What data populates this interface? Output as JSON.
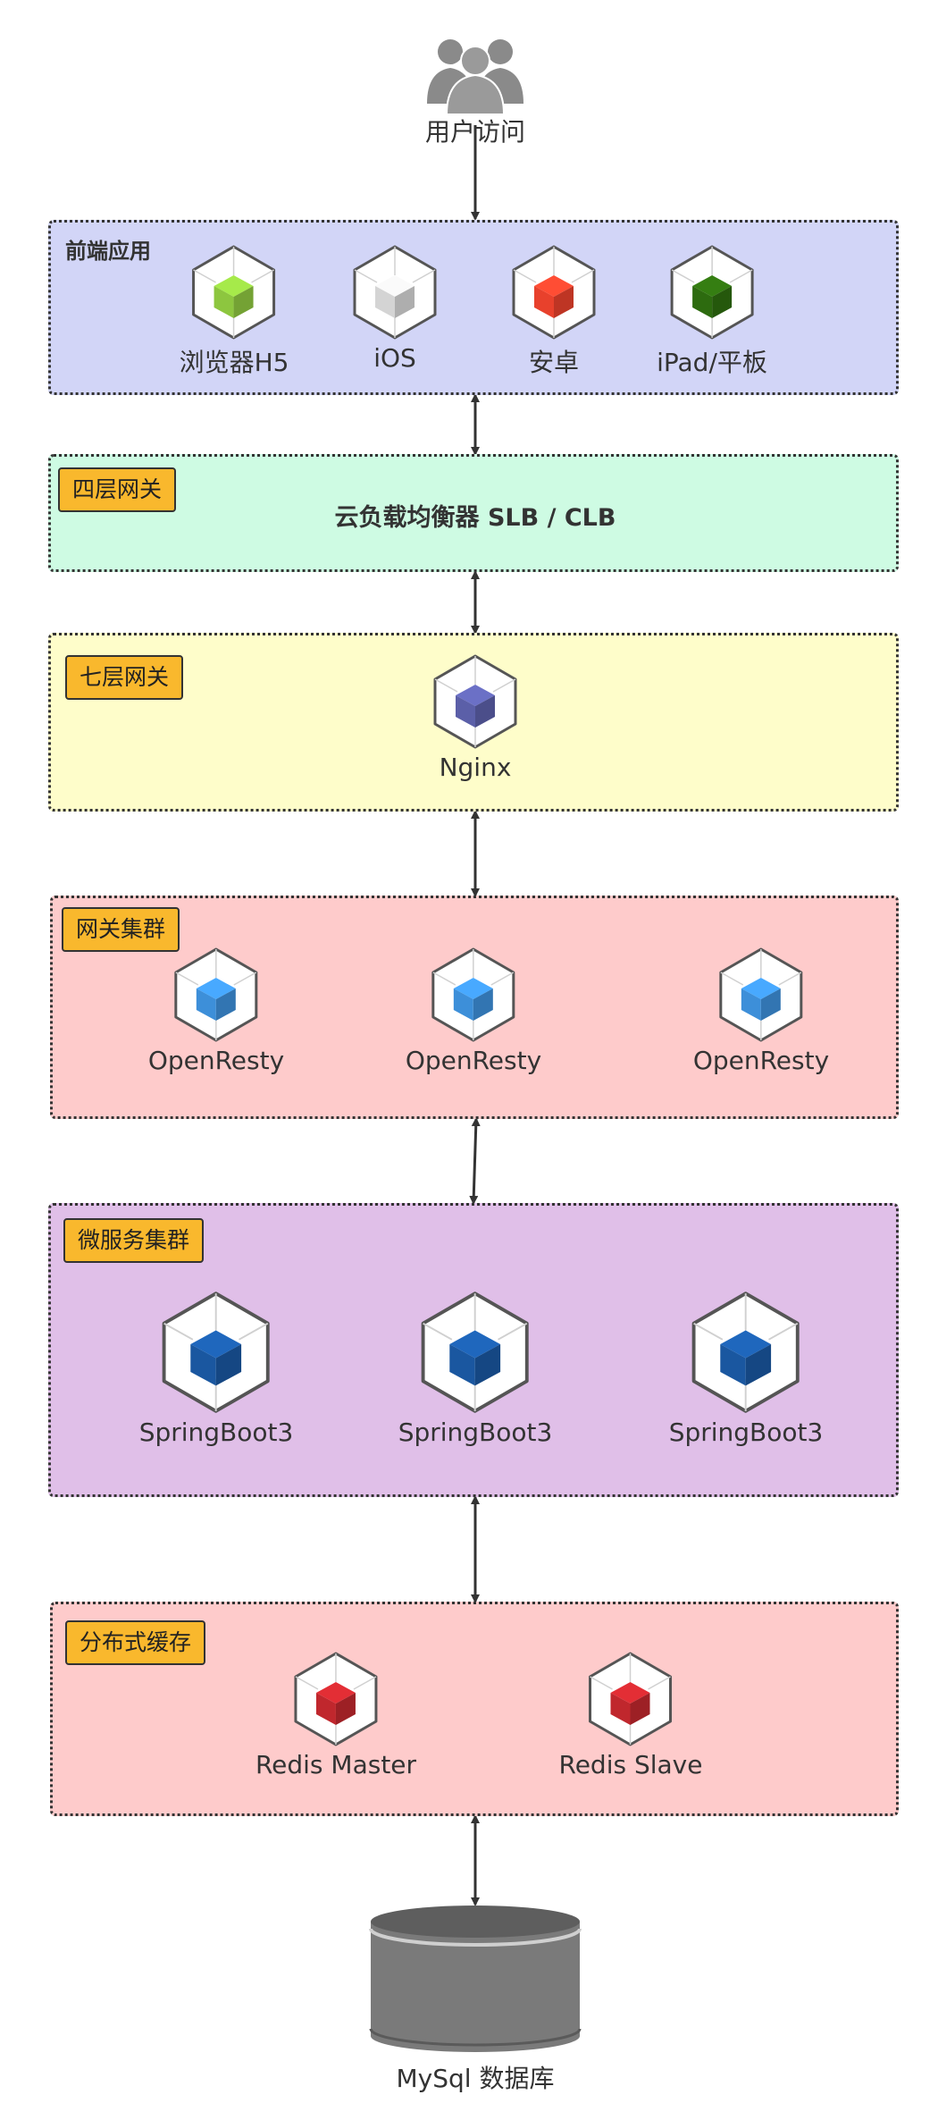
{
  "user": {
    "label": "用户访问"
  },
  "frontend": {
    "title": "前端应用",
    "nodes": [
      {
        "label": "浏览器H5",
        "color": "#8dc63f"
      },
      {
        "label": "iOS",
        "color": "#d4d4d4"
      },
      {
        "label": "安卓",
        "color": "#e8412c"
      },
      {
        "label": "iPad/平板",
        "color": "#2d6b0f"
      }
    ]
  },
  "l4": {
    "tag": "四层网关",
    "title": "云负载均衡器 SLB / CLB"
  },
  "l7": {
    "tag": "七层网关",
    "nodes": [
      {
        "label": "Nginx",
        "color": "#5b5fa8"
      }
    ]
  },
  "gateway": {
    "tag": "网关集群",
    "nodes": [
      {
        "label": "OpenResty",
        "color": "#3d8fd9"
      },
      {
        "label": "OpenResty",
        "color": "#3d8fd9"
      },
      {
        "label": "OpenResty",
        "color": "#3d8fd9"
      }
    ]
  },
  "micro": {
    "tag": "微服务集群",
    "nodes": [
      {
        "label": "SpringBoot3",
        "color": "#1a57a0"
      },
      {
        "label": "SpringBoot3",
        "color": "#1a57a0"
      },
      {
        "label": "SpringBoot3",
        "color": "#1a57a0"
      }
    ]
  },
  "cache": {
    "tag": "分布式缓存",
    "nodes": [
      {
        "label": "Redis Master",
        "color": "#c0272d"
      },
      {
        "label": "Redis Slave",
        "color": "#c0272d"
      }
    ]
  },
  "database": {
    "label": "MySql 数据库"
  },
  "colors": {
    "frontend_bg": "#d2d5f7",
    "l4_bg": "#cefbe3",
    "l7_bg": "#fefdca",
    "gateway_bg": "#fecbcb",
    "micro_bg": "#e0bfe8",
    "cache_bg": "#fecbcb",
    "tag_bg": "#f9b82d",
    "db_fill": "#7a7a7a"
  }
}
